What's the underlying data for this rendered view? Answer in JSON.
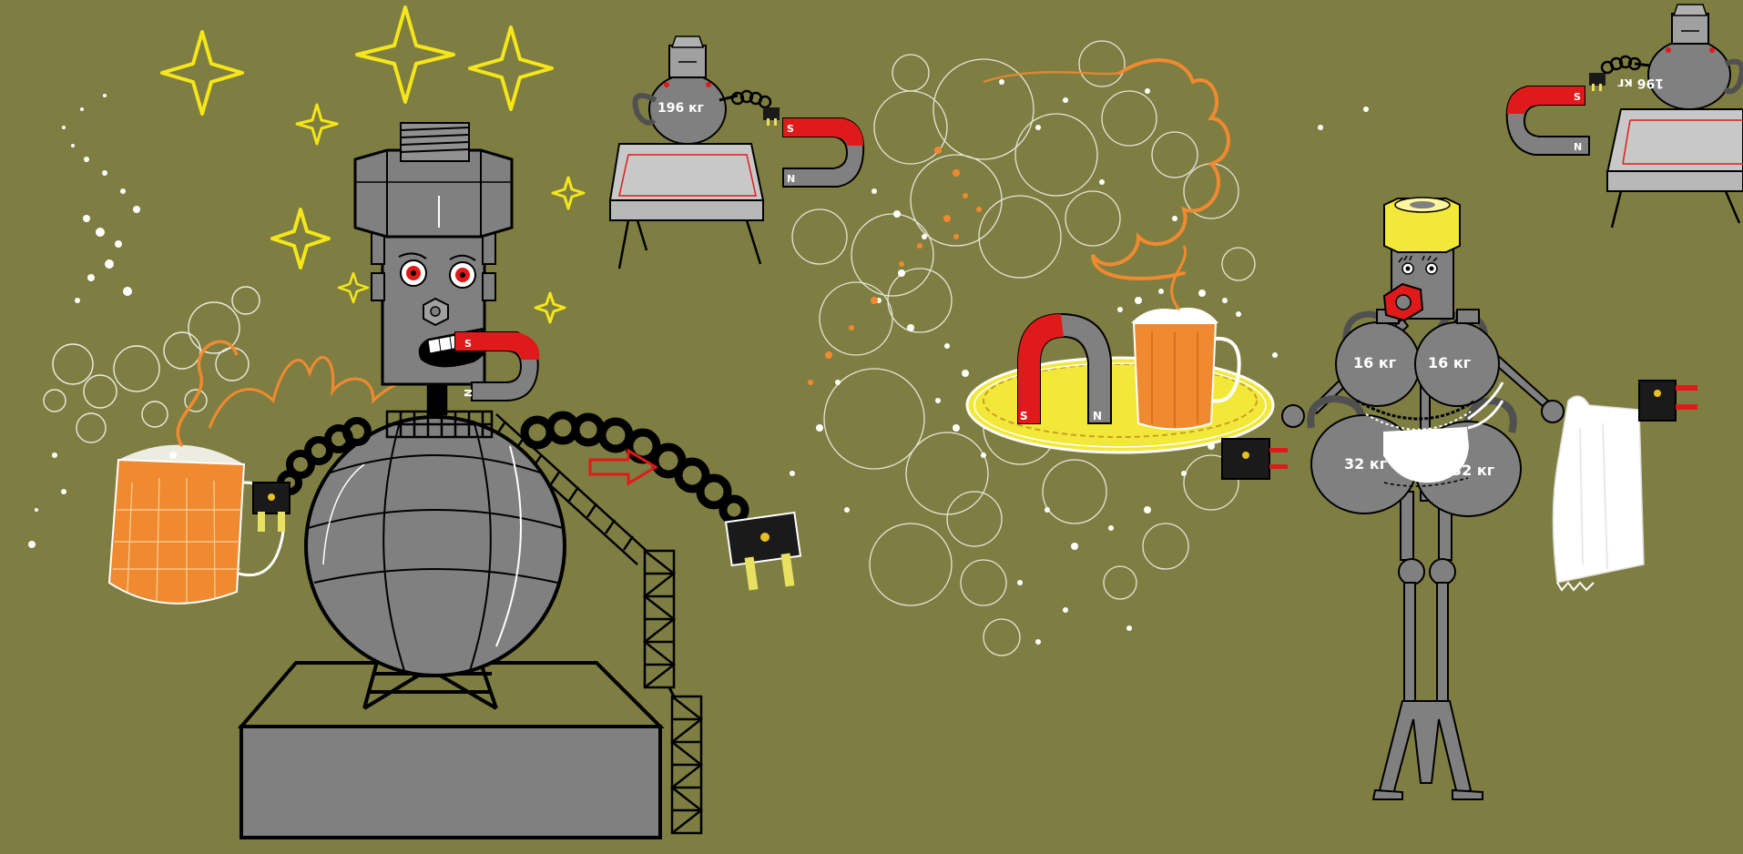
{
  "scene": {
    "background_color": "#7e7e42",
    "weights": {
      "kettlebell_left": "196 кг",
      "kettlebell_right": "196 кг",
      "chest_left": "16 кг",
      "chest_right": "16 кг",
      "hip_left": "32 кг",
      "hip_right": "32 кг"
    },
    "magnet_poles": {
      "south": "S",
      "north": "N"
    },
    "icons": [
      "star-sparkle-icon",
      "magnet-icon",
      "beer-mug-icon",
      "electric-plug-icon",
      "kettlebell-icon",
      "hex-nut-icon",
      "towel-icon",
      "direction-arrow-icon"
    ],
    "colors": {
      "robot_gray": "#808080",
      "magnet_red": "#e01a1a",
      "beer_orange": "#f08a30",
      "star_yellow": "#f5e61a",
      "nut_yellow": "#f2e83a"
    }
  }
}
